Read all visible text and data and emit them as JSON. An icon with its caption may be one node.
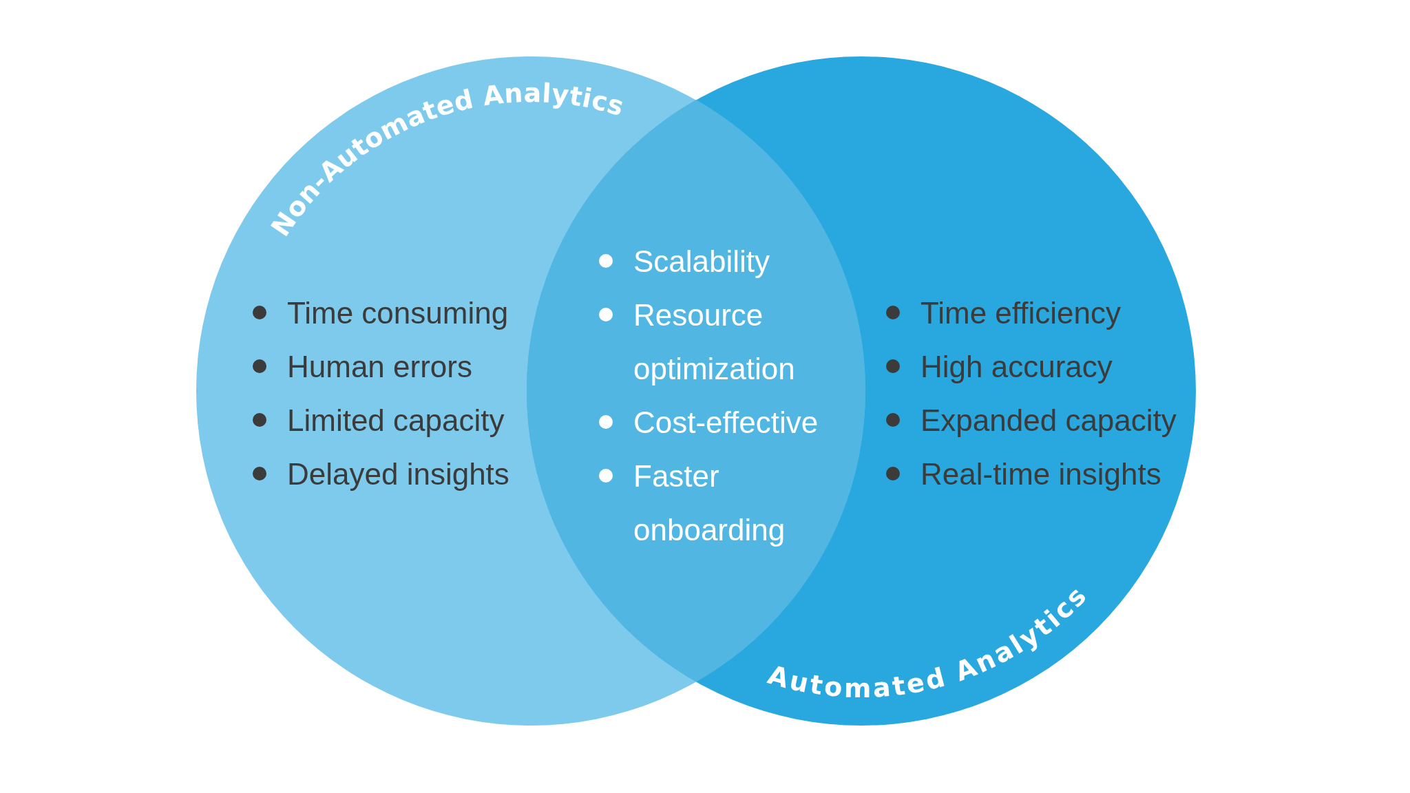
{
  "diagram": {
    "nodes": [
      {
        "text": [
          "Non-Automated Analytics",
          "Time consuming",
          "Human errors",
          "Limited capacity",
          "Delayed insights"
        ]
      },
      {
        "text": [
          "Scalability",
          "Resource optimization",
          "Cost-effective",
          "Faster onboarding"
        ]
      },
      {
        "text": [
          "Time efficiency",
          "High accuracy",
          "Expanded capacity",
          "Real-time insights",
          "Automated Analytics"
        ]
      }
    ]
  }
}
